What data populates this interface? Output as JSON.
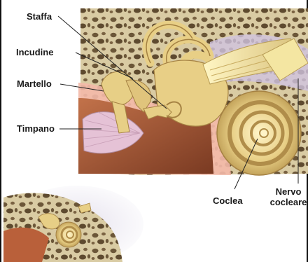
{
  "labels": {
    "staffa": "Staffa",
    "incudine": "Incudine",
    "martello": "Martello",
    "timpano": "Timpano",
    "coclea": "Coclea",
    "nervo_line1": "Nervo",
    "nervo_line2": "cocleare"
  },
  "colors": {
    "bone": "#d8c9a0",
    "bone_pore": "#6b5638",
    "cochlea": "#e6cf8c",
    "canal_flesh": "#a0502e",
    "eardrum": "#e5c2d6",
    "nerve": "#f2e3a0",
    "outline": "#2a2a2a"
  }
}
